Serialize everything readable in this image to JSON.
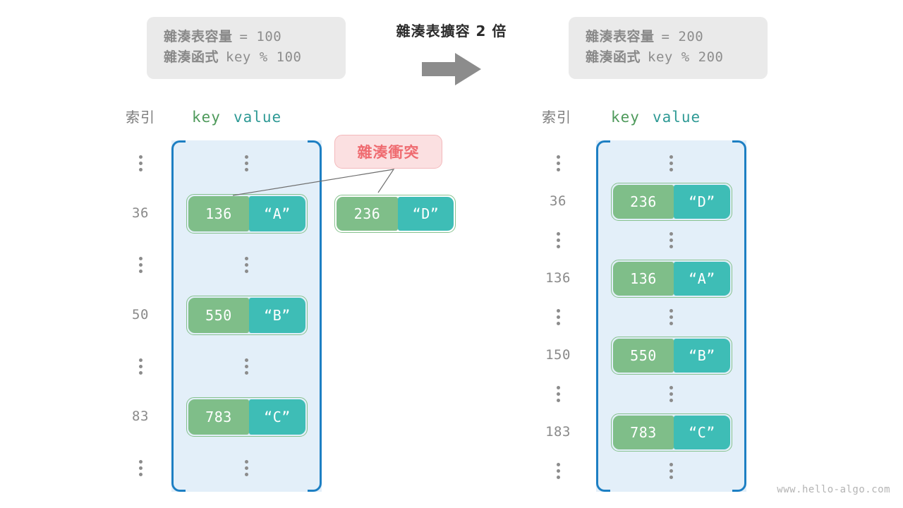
{
  "center": {
    "title": "雜湊表擴容 2 倍",
    "arrow_icon": "arrow-right-icon"
  },
  "info_left": {
    "capacity_label": "雜湊表容量",
    "capacity_expr": "= 100",
    "function_label": "雜湊函式",
    "function_expr": "key % 100"
  },
  "info_right": {
    "capacity_label": "雜湊表容量",
    "capacity_expr": "= 200",
    "function_label": "雜湊函式",
    "function_expr": "key % 200"
  },
  "left_table": {
    "header": {
      "index": "索引",
      "key": "key",
      "value": "value"
    },
    "rows": [
      {
        "index": "⋮",
        "type": "ellipsis"
      },
      {
        "index": "36",
        "type": "entry",
        "key": "136",
        "value": "“A”"
      },
      {
        "index": "⋮",
        "type": "ellipsis"
      },
      {
        "index": "50",
        "type": "entry",
        "key": "550",
        "value": "“B”"
      },
      {
        "index": "⋮",
        "type": "ellipsis"
      },
      {
        "index": "83",
        "type": "entry",
        "key": "783",
        "value": "“C”"
      },
      {
        "index": "⋮",
        "type": "ellipsis"
      }
    ]
  },
  "right_table": {
    "header": {
      "index": "索引",
      "key": "key",
      "value": "value"
    },
    "rows": [
      {
        "index": "⋮",
        "type": "ellipsis"
      },
      {
        "index": "36",
        "type": "entry",
        "key": "236",
        "value": "“D”"
      },
      {
        "index": "⋮",
        "type": "ellipsis"
      },
      {
        "index": "136",
        "type": "entry",
        "key": "136",
        "value": "“A”"
      },
      {
        "index": "⋮",
        "type": "ellipsis"
      },
      {
        "index": "150",
        "type": "entry",
        "key": "550",
        "value": "“B”"
      },
      {
        "index": "⋮",
        "type": "ellipsis"
      },
      {
        "index": "183",
        "type": "entry",
        "key": "783",
        "value": "“C”"
      },
      {
        "index": "⋮",
        "type": "ellipsis"
      }
    ]
  },
  "collision": {
    "badge_label": "雜湊衝突",
    "floating_entry": {
      "key": "236",
      "value": "“D”"
    }
  },
  "watermark": "www.hello-algo.com",
  "colors": {
    "key_cell": "#7fbe89",
    "value_cell": "#3ebdb6",
    "table_bg": "#e3eff9",
    "table_border": "#1d7fc3",
    "badge_bg": "#fbe0e1",
    "badge_text": "#ef6b70",
    "info_bg": "#eaeaea",
    "arrow": "#8c8c8c"
  }
}
